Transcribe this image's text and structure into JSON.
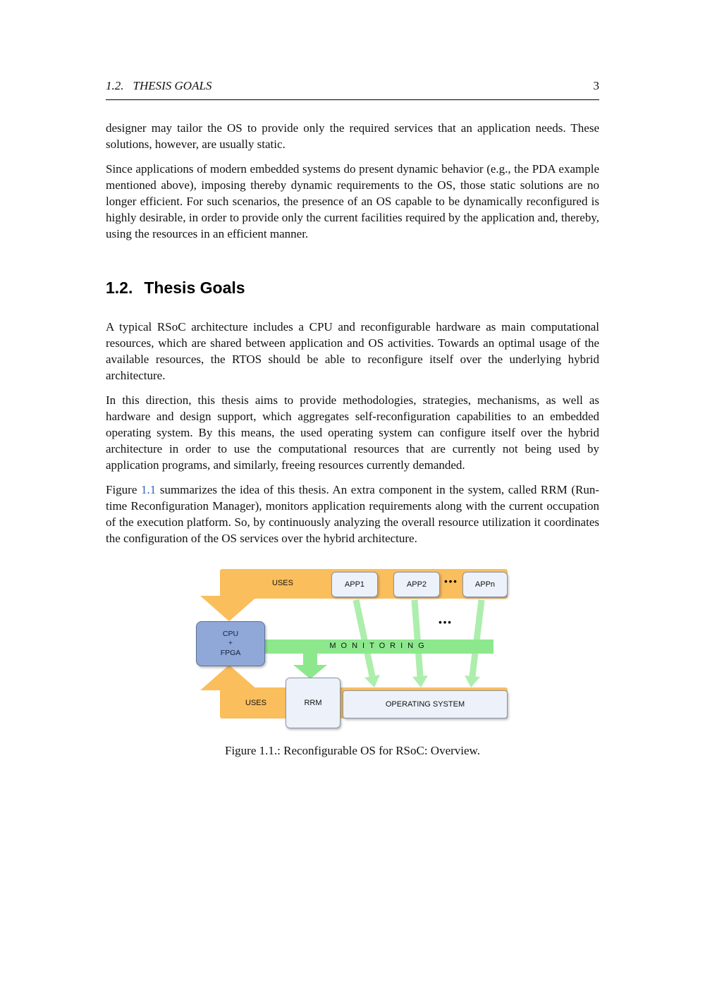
{
  "header": {
    "number": "1.2.",
    "title": "THESIS GOALS",
    "page_number": "3"
  },
  "paragraphs": {
    "p1": "designer may tailor the OS to provide only the required services that an application needs. These solutions, however, are usually static.",
    "p2": "Since applications of modern embedded systems do present dynamic behavior (e.g., the PDA example mentioned above), imposing thereby dynamic requirements to the OS, those static solutions are no longer efficient. For such scenarios, the presence of an OS capable to be dynamically reconfigured is highly desirable, in order to provide only the current facilities required by the application and, thereby, using the resources in an efficient manner.",
    "p3": "A typical RSoC architecture includes a CPU and reconfigurable hardware as main computational resources, which are shared between application and OS activities. Towards an optimal usage of the available resources, the RTOS should be able to reconfigure itself over the underlying hybrid architecture.",
    "p4": "In this direction, this thesis aims to provide methodologies, strategies, mechanisms, as well as hardware and design support, which aggregates self-reconfiguration capabilities to an embedded operating system. By this means, the used operating system can configure itself over the hybrid architecture in order to use the computational resources that are currently not being used by application programs, and similarly, freeing resources currently demanded.",
    "p5_before": "Figure ",
    "p5_link": "1.1",
    "p5_after": " summarizes the idea of this thesis. An extra component in the system, called RRM (Run-time Reconfiguration Manager), monitors application requirements along with the current occupation of the execution platform. So, by continuously analyzing the overall resource utilization it coordinates the configuration of the OS services over the hybrid architecture."
  },
  "section": {
    "number": "1.2.",
    "title": "Thesis Goals"
  },
  "figure": {
    "caption": "Figure 1.1.: Reconfigurable OS for RSoC: Overview.",
    "uses_top": "USES",
    "uses_bottom": "USES",
    "monitoring": "MONITORING",
    "apps": {
      "app1": "APP1",
      "app2": "APP2",
      "appn": "APPn"
    },
    "ellipsis": "•••",
    "cpu_fpga": [
      "CPU",
      "+",
      "FPGA"
    ],
    "rrm": "RRM",
    "operating_system": "OPERATING SYSTEM",
    "colors": {
      "uses_arrow_orange": "#fbbe5c",
      "monitoring_green": "#8de88d",
      "cpu_box_blue": "#8fa8d8",
      "component_box": "#edf2fa",
      "reference_link_blue": "#2b66c2"
    }
  }
}
